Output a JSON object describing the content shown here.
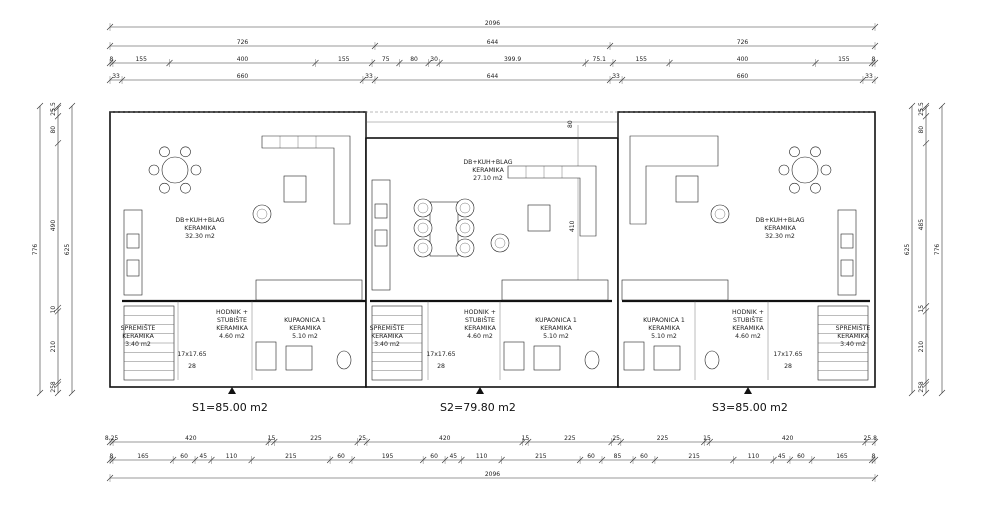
{
  "drawing": {
    "dims_top": {
      "row1": [
        "2096"
      ],
      "row2": [
        "726",
        "644",
        "726"
      ],
      "row3": [
        "8",
        "155",
        "400",
        "155",
        "75",
        "80",
        "30",
        "399.9",
        "75.1",
        "155",
        "400",
        "155",
        "8"
      ],
      "row4": [
        "33",
        "660",
        "33",
        "644",
        "33",
        "660",
        "33"
      ]
    },
    "dims_bottom": {
      "row1": [
        "8.25",
        "420",
        "15",
        "225",
        "25",
        "420",
        "15",
        "225",
        "25",
        "225",
        "15",
        "420",
        "25.8"
      ],
      "row2": [
        "8",
        "165",
        "60",
        "45",
        "110",
        "215",
        "60",
        "195",
        "60",
        "45",
        "110",
        "215",
        "60",
        "85",
        "60",
        "215",
        "110",
        "45",
        "60",
        "165",
        "8"
      ],
      "row3": [
        "2096"
      ]
    },
    "dims_left": [
      "776",
      "625",
      "5.5",
      "25",
      "80",
      "490",
      "10",
      "210",
      "8",
      "25"
    ],
    "dims_right": [
      "776",
      "625",
      "5.5",
      "25",
      "80",
      "485",
      "15",
      "210",
      "8",
      "25"
    ],
    "dim_inner": [
      "80",
      "410"
    ],
    "units": [
      {
        "living": [
          "DB+KUH+BLAG",
          "KERAMIKA",
          "32.30 m2"
        ],
        "storage": [
          "SPREMIŠTE",
          "KERAMIKA",
          "3.40 m2"
        ],
        "hall": [
          "HODNIK +",
          "STUBIŠTE",
          "KERAMIKA",
          "4.60 m2"
        ],
        "bath": [
          "KUPAONICA 1",
          "KERAMIKA",
          "5.10 m2"
        ],
        "stair": [
          "17x17.65",
          "28"
        ],
        "area": "S1=85.00 m2"
      },
      {
        "living": [
          "DB+KUH+BLAG",
          "KERAMIKA",
          "27.10 m2"
        ],
        "storage": [
          "SPREMIŠTE",
          "KERAMIKA",
          "3.40 m2"
        ],
        "hall": [
          "HODNIK +",
          "STUBIŠTE",
          "KERAMIKA",
          "4.60 m2"
        ],
        "bath": [
          "KUPAONICA 1",
          "KERAMIKA",
          "5.10 m2"
        ],
        "stair": [
          "17x17.65",
          "28"
        ],
        "area": "S2=79.80 m2"
      },
      {
        "living": [
          "DB+KUH+BLAG",
          "KERAMIKA",
          "32.30 m2"
        ],
        "storage": [
          "SPREMIŠTE",
          "KERAMIKA",
          "3.40 m2"
        ],
        "hall": [
          "HODNIK +",
          "STUBIŠTE",
          "KERAMIKA",
          "4.60 m2"
        ],
        "bath": [
          "KUPAONICA 1",
          "KERAMIKA",
          "5.10 m2"
        ],
        "stair": [
          "17x17.65",
          "28"
        ],
        "area": "S3=85.00 m2"
      }
    ]
  }
}
